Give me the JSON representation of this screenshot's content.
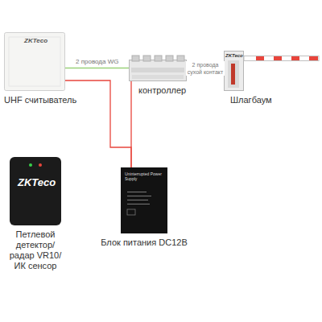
{
  "diagram": {
    "nodes": [
      {
        "text": [
          "UHF считыватель"
        ]
      },
      {
        "text": [
          "контроллер"
        ]
      },
      {
        "text": [
          "Шлагбаум"
        ]
      },
      {
        "text": [
          "Петлевой детектор/ радар VR10/ ИК сенсор"
        ]
      },
      {
        "text": [
          "Блок питания DC12B"
        ]
      }
    ],
    "edges": [
      {
        "from": 0,
        "to": 1,
        "label": "2 провода WG",
        "arrow": "none"
      },
      {
        "from": 1,
        "to": 2,
        "label": "2 провода сухой контакт",
        "arrow": "none"
      },
      {
        "from": 1,
        "to": 4,
        "arrow": "none"
      },
      {
        "from": 4,
        "to": 0,
        "arrow": "none"
      }
    ],
    "labels": [
      "ZKTeco",
      "ZKTeco",
      "ZKTeco",
      "Uninterrupted Power Supply"
    ]
  }
}
